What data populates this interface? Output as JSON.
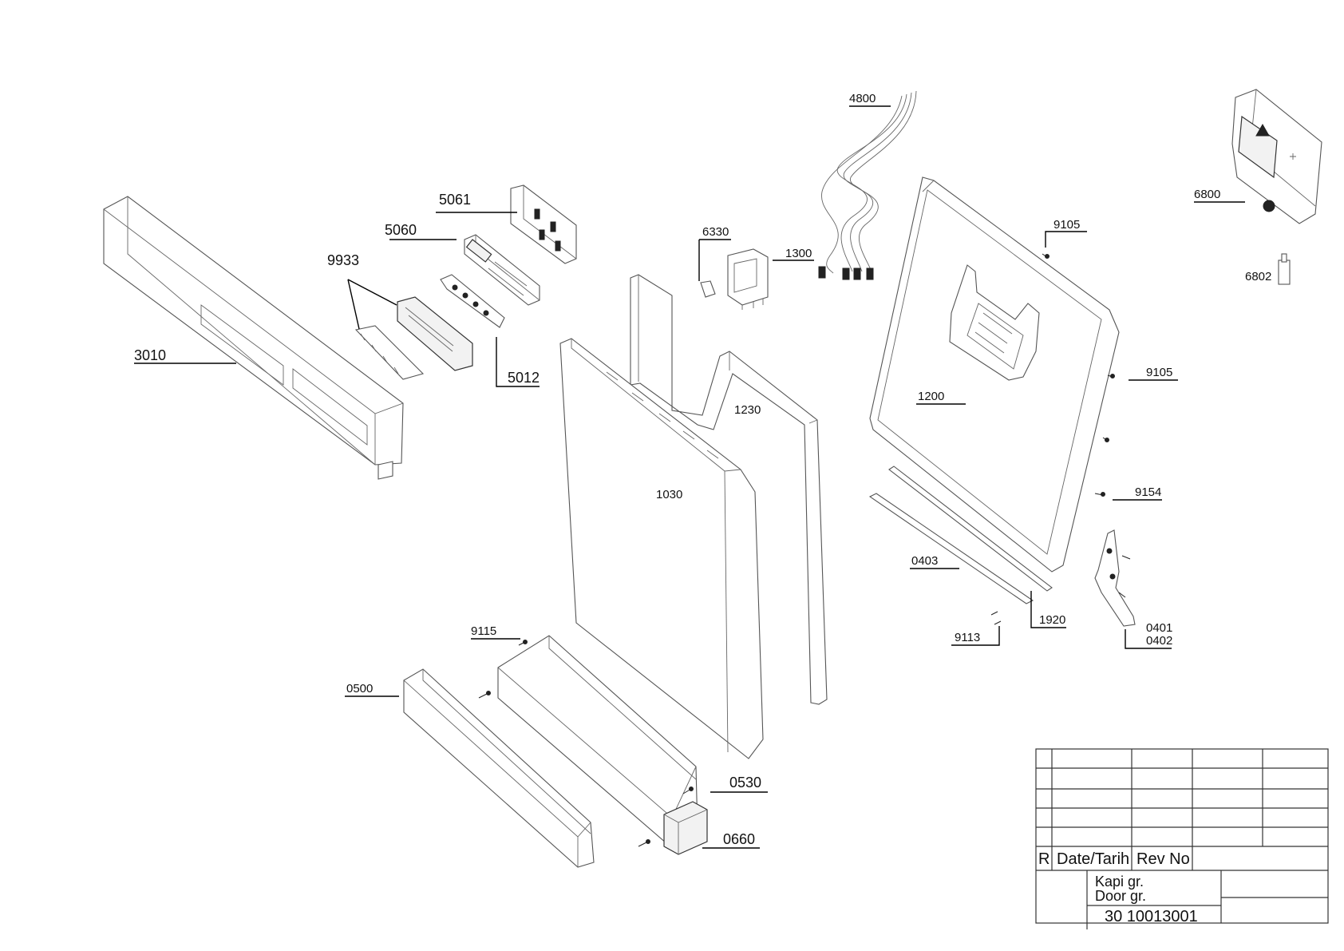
{
  "drawing": {
    "part_labels": {
      "p3010": "3010",
      "p9933": "9933",
      "p5060": "5060",
      "p5061": "5061",
      "p5012": "5012",
      "p6330": "6330",
      "p1300": "1300",
      "p4800": "4800",
      "p1230": "1230",
      "p1030": "1030",
      "p1200": "1200",
      "p9105a": "9105",
      "p9105b": "9105",
      "p9154": "9154",
      "p6800": "6800",
      "p6802": "6802",
      "p0403": "0403",
      "p1920": "1920",
      "p9113": "9113",
      "p0401": "0401",
      "p0402": "0402",
      "p9115": "9115",
      "p0500": "0500",
      "p0530": "0530",
      "p0660": "0660"
    }
  },
  "title_block": {
    "rev_col": "R",
    "date_col": "Date/Tarih",
    "revno_col": "Rev No",
    "name_line1": "Kapi gr.",
    "name_line2": "Door gr.",
    "drawing_number": "30 10013001"
  }
}
